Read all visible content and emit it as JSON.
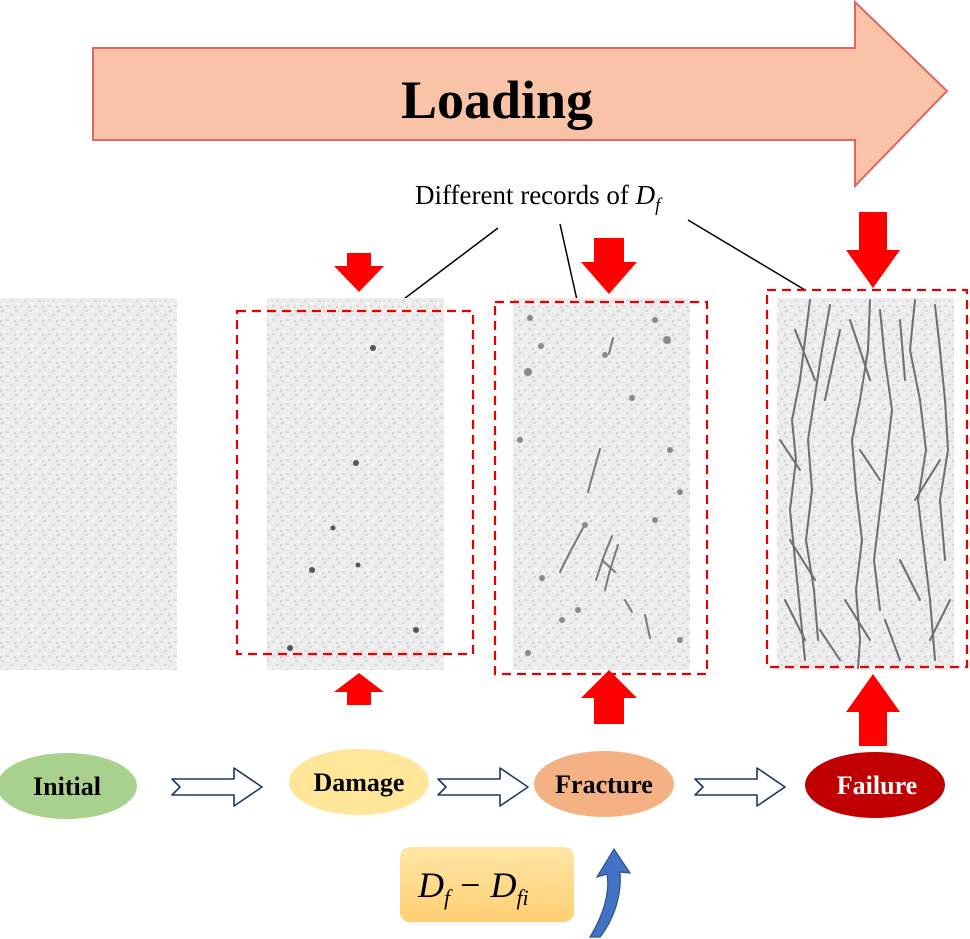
{
  "header": {
    "label": "Loading"
  },
  "annotation": {
    "prefix": "Different records of ",
    "symbol": "D",
    "subscript": "f"
  },
  "stages": [
    {
      "label": "Initial",
      "fill": "#a9d18e",
      "text_color": "#000000"
    },
    {
      "label": "Damage",
      "fill": "#ffe699",
      "text_color": "#000000"
    },
    {
      "label": "Fracture",
      "fill": "#f4b183",
      "text_color": "#000000"
    },
    {
      "label": "Failure",
      "fill": "#c00000",
      "text_color": "#ffffff"
    }
  ],
  "formula": {
    "d1": "D",
    "sub1": "f",
    "minus": "−",
    "d2": "D",
    "sub2": "fi"
  },
  "colors": {
    "loading_fill": "#f8c3a6",
    "loading_stroke": "#e06666",
    "force_arrow": "#ff0000",
    "dashed_box": "#e60000",
    "crack": "#6e6e6e",
    "specimen": "#ececec",
    "formula_box": "#ffd98a",
    "curved_arrow": "#4472c4",
    "flow_arrow_stroke": "#1f3864"
  }
}
